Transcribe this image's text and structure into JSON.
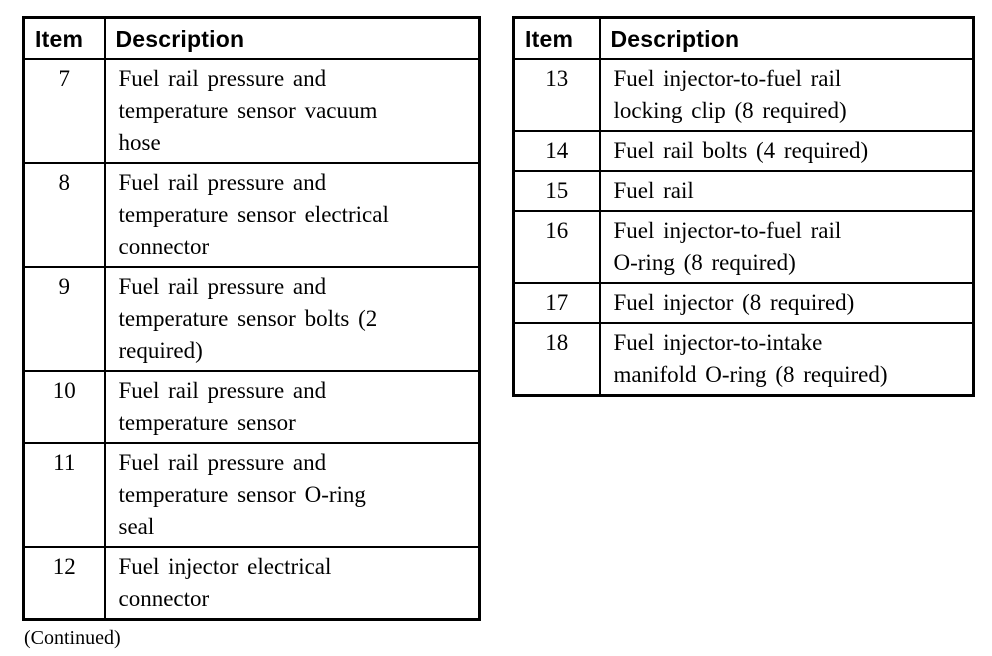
{
  "page": {
    "continued_note": "(Continued)"
  },
  "tables": [
    {
      "name": "fuel-rail-parts-table-left",
      "headers": [
        "Item",
        "Description"
      ],
      "rows": [
        {
          "item": "7",
          "description": "Fuel rail pressure and\ntemperature sensor vacuum\nhose"
        },
        {
          "item": "8",
          "description": "Fuel rail pressure and\ntemperature sensor electrical\nconnector"
        },
        {
          "item": "9",
          "description": "Fuel rail pressure and\ntemperature sensor bolts (2\nrequired)"
        },
        {
          "item": "10",
          "description": "Fuel rail pressure and\ntemperature sensor"
        },
        {
          "item": "11",
          "description": "Fuel rail pressure and\ntemperature sensor O-ring\nseal"
        },
        {
          "item": "12",
          "description": "Fuel injector electrical\nconnector"
        }
      ]
    },
    {
      "name": "fuel-rail-parts-table-right",
      "headers": [
        "Item",
        "Description"
      ],
      "rows": [
        {
          "item": "13",
          "description": "Fuel injector-to-fuel rail\nlocking clip (8 required)"
        },
        {
          "item": "14",
          "description": "Fuel rail bolts (4 required)"
        },
        {
          "item": "15",
          "description": "Fuel rail"
        },
        {
          "item": "16",
          "description": "Fuel injector-to-fuel rail\nO-ring (8 required)"
        },
        {
          "item": "17",
          "description": "Fuel injector (8 required)"
        },
        {
          "item": "18",
          "description": "Fuel injector-to-intake\nmanifold O-ring (8 required)"
        }
      ]
    }
  ]
}
